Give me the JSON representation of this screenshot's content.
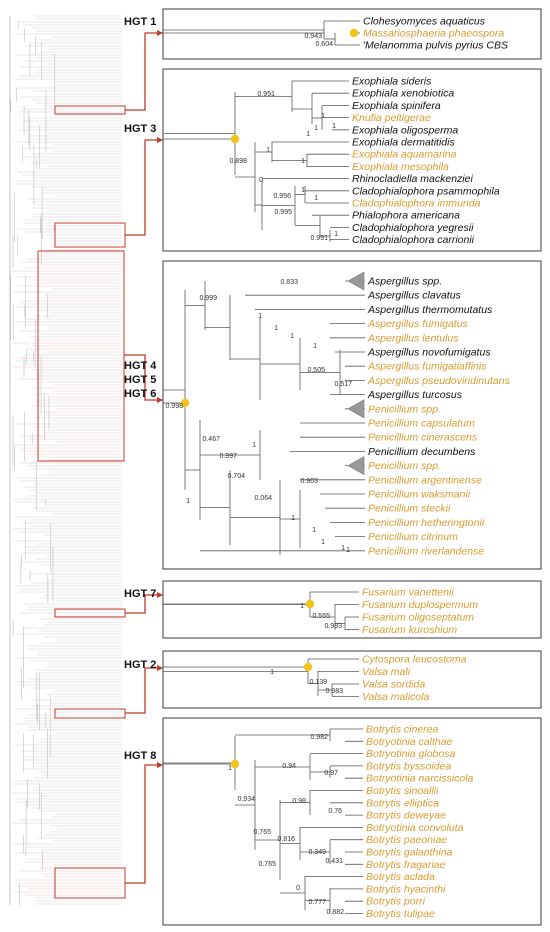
{
  "colors": {
    "recipient": "#d89c2e",
    "other": "#111111",
    "highlight_box": "#c0392b",
    "transfer_node": "#f2c318",
    "collapsed_clade": "#999999"
  },
  "hgt_labels": {
    "hgt1": "HGT 1",
    "hgt3": "HGT 3",
    "hgt4": "HGT 4",
    "hgt5": "HGT 5",
    "hgt6": "HGT 6",
    "hgt7": "HGT 7",
    "hgt2": "HGT 2",
    "hgt8": "HGT 8"
  },
  "panels": {
    "hgt1": {
      "taxa": [
        "Clohesyomyces aquaticus",
        "Massariosphaeria phaeospora",
        "'Melanomma pulvis pyrius CBS"
      ],
      "recipient_flags": [
        false,
        true,
        false
      ],
      "supports": [
        "0.943",
        "0.604"
      ]
    },
    "hgt3": {
      "taxa": [
        "Exophiala sideris",
        "Exophiala xenobiotica",
        "Exophiala spinifera",
        "Knufia peltigerae",
        "Exophiala oligosperma",
        "Exophiala dermatitidis",
        "Exophiala aquamarina",
        "Exophiala mesophila",
        "Rhinocladiella mackenziei",
        "Cladophialophora psammophila",
        "Cladophialophora immunda",
        "Phialophora americana",
        "Cladophialophora yegresii",
        "Cladophialophora carrionii"
      ],
      "recipient_flags": [
        false,
        false,
        false,
        true,
        false,
        false,
        true,
        true,
        false,
        false,
        true,
        false,
        false,
        false
      ],
      "supports": [
        "0.951",
        "1",
        "1",
        "1",
        "1",
        "1",
        "0.898",
        "1",
        "0",
        "1",
        "0.956",
        "1",
        "0.995",
        "1",
        "0.991"
      ]
    },
    "hgt456": {
      "taxa": [
        "Aspergillus spp.",
        "Aspergillus clavatus",
        "Aspergillus thermomutatus",
        "Aspergillus fumigatus",
        "Aspergillus lentulus",
        "Aspergillus novofumigatus",
        "Aspergillus fumigatiaffinis",
        "Aspergillus pseudoviridinutans",
        "Aspergillus turcosus",
        "Penicillium spp.",
        "Penicillium capsulatum",
        "Penicillium cinerascens",
        "Penicillium decumbens",
        "Penicillium spp.",
        "Penicillium argentinense",
        "Penicillium waksmanii",
        "Penicillium steckii",
        "Penicillium hetheringtonii",
        "Penicillium citrinum",
        "Penicillium riverlandense"
      ],
      "recipient_flags": [
        false,
        false,
        false,
        true,
        true,
        false,
        true,
        true,
        false,
        true,
        true,
        true,
        false,
        true,
        true,
        true,
        true,
        true,
        true,
        true
      ],
      "supports": [
        "0.833",
        "0.999",
        "1",
        "1",
        "1",
        "1",
        "0.505",
        "0.517",
        "0.998",
        "0.467",
        "0.997",
        "1",
        "0.704",
        "0.903",
        "0.064",
        "1",
        "1",
        "1",
        "1",
        "1",
        "1"
      ]
    },
    "hgt7": {
      "taxa": [
        "Fusarium vanettenii",
        "Fusarium duplospermum",
        "Fusarium oligoseptatum",
        "Fusarium kuroshium"
      ],
      "recipient_flags": [
        true,
        true,
        true,
        true
      ],
      "supports": [
        "1",
        "0.555",
        "0.993"
      ]
    },
    "hgt2": {
      "taxa": [
        "Cytospora leucostoma",
        "Valsa mali",
        "Valsa sordida",
        "Valsa malicola"
      ],
      "recipient_flags": [
        true,
        true,
        true,
        true
      ],
      "supports": [
        "1",
        "0.139",
        "0.983"
      ]
    },
    "hgt8": {
      "taxa": [
        "Botrytis cinerea",
        "Botryotinia calthae",
        "Botryotinia globosa",
        "Botrytis byssoidea",
        "Botryotinia narcissicola",
        "Botrytis sinoallii",
        "Botrytis elliptica",
        "Botrytis deweyae",
        "Botryotinia convoluta",
        "Botrytis paeoniae",
        "Botrytis galanthina",
        "Botrytis fragariae",
        "Botrytis aclada",
        "Botrytis hyacinthi",
        "Botrytis porri",
        "Botrytis tulipae"
      ],
      "recipient_flags": [
        true,
        true,
        true,
        true,
        true,
        true,
        true,
        true,
        true,
        true,
        true,
        true,
        true,
        true,
        true,
        true
      ],
      "supports": [
        "0.982",
        "1",
        "0.94",
        "0.97",
        "0.934",
        "0.98",
        "0.76",
        "0.765",
        "0.816",
        "0.349",
        "0.431",
        "0.765",
        "0",
        "0.777",
        "0.882"
      ]
    }
  }
}
